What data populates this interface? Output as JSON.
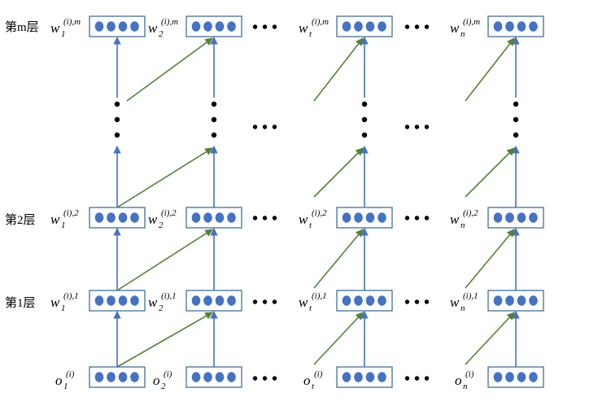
{
  "layer_labels": {
    "layer_m": "第m层",
    "layer_2": "第2层",
    "layer_1": "第1层"
  },
  "word_symbol": "w",
  "input_symbol": "o",
  "superscript_index": "(i)",
  "layer_suffixes": {
    "layer_m": ",m",
    "layer_2": ",2",
    "layer_1": ",1"
  },
  "column_subscripts": [
    "1",
    "2",
    "t",
    "n"
  ],
  "ellipsis": "• • •",
  "units_per_box": 4,
  "colors": {
    "box_border": "#41719c",
    "unit_fill": "#4472c4",
    "vertical_arrow": "#4472c4",
    "diagonal_arrow": "#548235"
  }
}
